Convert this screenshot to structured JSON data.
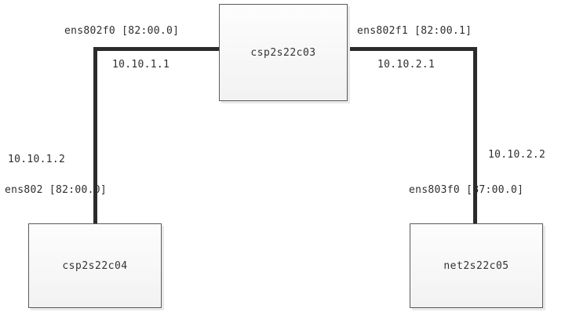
{
  "diagram": {
    "type": "network-topology",
    "nodes": [
      {
        "id": "c03",
        "label": "csp2s22c03"
      },
      {
        "id": "c04",
        "label": "csp2s22c04"
      },
      {
        "id": "c05",
        "label": "net2s22c05"
      }
    ],
    "links": [
      {
        "id": "link-left",
        "from": "c03",
        "to": "c04",
        "from_interface": "ens802f0 [82:00.0]",
        "from_ip": "10.10.1.1",
        "to_interface": "ens802 [82:00.0]",
        "to_ip": "10.10.1.2"
      },
      {
        "id": "link-right",
        "from": "c03",
        "to": "c05",
        "from_interface": "ens802f1 [82:00.1]",
        "from_ip": "10.10.2.1",
        "to_interface": "ens803f0 [87:00.0]",
        "to_ip": "10.10.2.2"
      }
    ],
    "colors": {
      "link": "#2b2b2b",
      "node_border": "#5a5a5a",
      "node_fill": "#f7f7f7",
      "text": "#2e2e2e",
      "background": "#ffffff"
    }
  }
}
